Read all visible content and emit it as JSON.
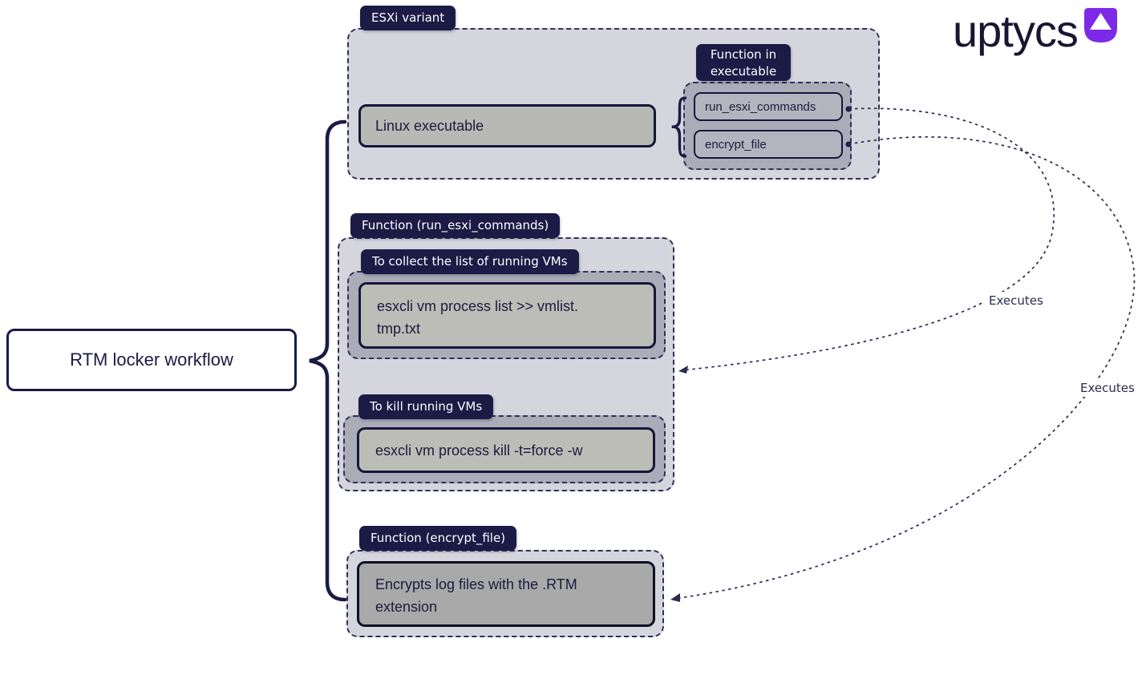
{
  "colors": {
    "navy": "#1b1b46",
    "brand_purple": "#7d2ae8",
    "panel_light": "#d5d5dd",
    "panel_mid": "#acacb9",
    "box_gray": "#bdbdb7",
    "box_dark_gray": "#a9a9a9"
  },
  "logo": {
    "text": "uptycs"
  },
  "workflow": {
    "title": "RTM locker workflow"
  },
  "esxi": {
    "tag": "ESXi variant",
    "executable": "Linux executable",
    "functions_tag": "Function in executable",
    "functions": [
      "run_esxi_commands",
      "encrypt_file"
    ]
  },
  "run_commands": {
    "tag": "Function (run_esxi_commands)",
    "collect": {
      "tag": "To collect the list of running VMs",
      "command": "esxcli vm process list >> vmlist.tmp.txt",
      "lines": [
        "esxcli vm process list >> vmlist.",
        "tmp.txt"
      ]
    },
    "kill": {
      "tag": "To kill running VMs",
      "command": "esxcli vm process kill -t=force -w"
    }
  },
  "encrypt": {
    "tag": "Function (encrypt_file)",
    "description": "Encrypts log files with the .RTM extension",
    "lines": [
      "Encrypts log files with the .RTM",
      "extension"
    ]
  },
  "connectors": {
    "executes_1": "Executes",
    "executes_2": "Executes"
  }
}
